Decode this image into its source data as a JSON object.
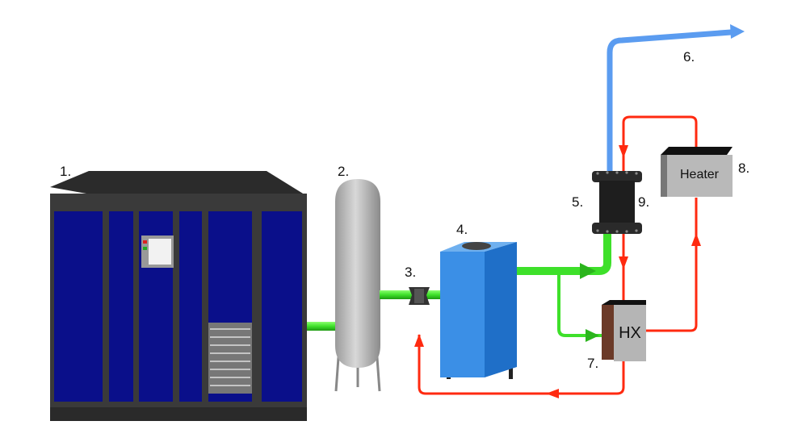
{
  "labels": {
    "l1": "1.",
    "l2": "2.",
    "l3": "3.",
    "l4": "4.",
    "l5": "5.",
    "l6": "6.",
    "l7": "7.",
    "l8": "8.",
    "l9": "9."
  },
  "heater": {
    "text": "Heater"
  },
  "hx": {
    "text": "HX"
  },
  "colors": {
    "green_pipe": "#3ee02a",
    "red_pipe": "#ff2a10",
    "blue_pipe": "#5b9cf0",
    "cabinet_blue": "#0a0f8a",
    "unit_blue": "#2a7fd8"
  }
}
